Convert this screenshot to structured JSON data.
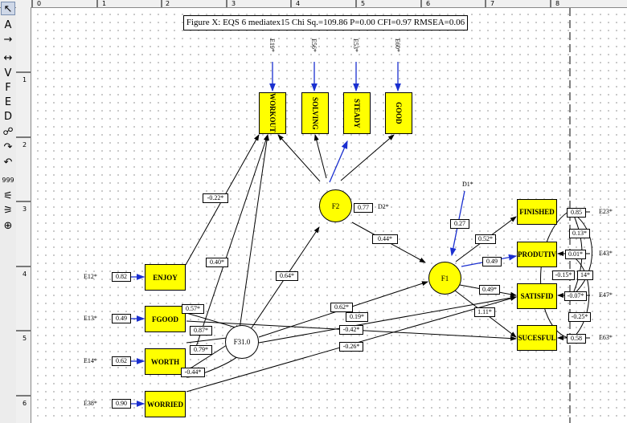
{
  "title": "Figure X: EQS 6 mediatex15 Chi Sq.=109.86 P=0.00 CFI=0.97 RMSEA=0.06",
  "toolbar": [
    "↖",
    "A",
    "→",
    "↔",
    "V",
    "F",
    "E",
    "D",
    "☍",
    "↷",
    "↶",
    "999",
    "⚟",
    "⚞",
    "⊕"
  ],
  "ruler": {
    "top": [
      "0",
      "1",
      "2",
      "3",
      "4",
      "5",
      "6",
      "7",
      "8"
    ],
    "left": [
      "1",
      "2",
      "3",
      "4",
      "5",
      "6"
    ]
  },
  "indicators": {
    "workout": "WORKOUT",
    "solving": "SOLVING",
    "steady": "STEADY",
    "good": "GOOD",
    "finished": "FINISHED",
    "produtiv": "PRODUTIV",
    "satisfid": "SATISFID",
    "sucesful": "SUCESFUL",
    "enjoy": "ENJOY",
    "fgood": "FGOOD",
    "worth": "WORTH",
    "worried": "WORRIED"
  },
  "factors": {
    "f2": "F2",
    "f1": "F1",
    "f31": "F31.0"
  },
  "errors": {
    "e19": "E19*",
    "e56": "E56*",
    "e53": "E53*",
    "e60": "E60*",
    "e23": "E23*",
    "e43": "E43*",
    "e47": "E47*",
    "e63": "E63*",
    "e12": "E12*",
    "e13": "E13*",
    "e14": "E14*",
    "e38": "E38*",
    "d2": "D2*",
    "d1": "D1*"
  },
  "coefficients": {
    "d2": "0.77",
    "d1": "0.27",
    "f2_f1": "0.44*",
    "f1_finished": "0.52*",
    "f1_produtiv": "0.49",
    "f1_satisfid": "0.49*",
    "f1_sucesful": "1.11*",
    "e23": "0.85",
    "e43": "0.01*",
    "e47": "-0.07*",
    "e63": "0.58",
    "c13": "0.13*",
    "c14": "-0.15*",
    "c14b": "14*",
    "c25": "-0.25*",
    "e12": "0.82",
    "e13": "0.49",
    "e14": "0.62",
    "e38": "0.90",
    "enjoy_workout": "-0.22*",
    "worth_workout": "0.40*",
    "f31_f2": "0.64*",
    "fgood": "0.57*",
    "worth_f31": "0.87*",
    "worth2": "0.79*",
    "worried": "-0.44*",
    "f31_f1a": "0.62*",
    "f31_f1b": "0.19*",
    "fgood_sucesful": "-0.42*",
    "worried_satisfid": "-0.26*"
  }
}
